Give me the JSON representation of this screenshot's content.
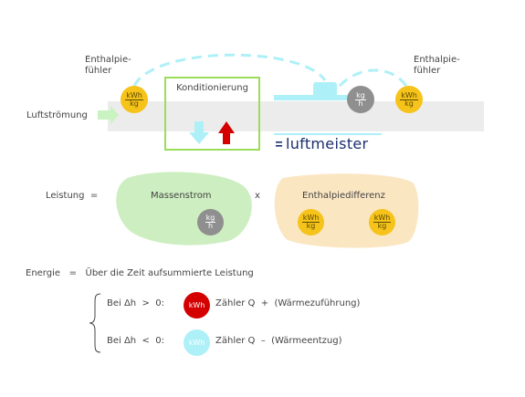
{
  "diagram": {
    "top": {
      "sensor_left_label": [
        "Enthalpie-",
        "fühler"
      ],
      "sensor_right_label": [
        "Enthalpie-",
        "fühler"
      ],
      "airflow_label": "Luftströmung",
      "conditioning_label": "Konditionierung",
      "unit_kwh_num": "kWh",
      "unit_kwh_den": "kg",
      "unit_mass_num": "kg",
      "unit_mass_den": "h",
      "logo_text": "luftmeister"
    },
    "formula": {
      "leistung_label": "Leistung",
      "equals": "=",
      "massenstrom_label": "Massenstrom",
      "times": "x",
      "enthalpie_label": "Enthalpiedifferenz"
    },
    "energy": {
      "energie_label": "Energie",
      "equals": "=",
      "description": "Über die Zeit aufsummierte Leistung",
      "case_pos_label": "Bei Δh  >  0:",
      "case_pos_badge": "kWh",
      "case_pos_text": "Zähler Q  +  (Wärmezuführung)",
      "case_neg_label": "Bei Δh  <  0:",
      "case_neg_badge": "kWh",
      "case_neg_text": "Zähler Q  –  (Wärmeentzug)"
    },
    "colors": {
      "yellow": "#f6c31b",
      "grey": "#8f8f8f",
      "green": "#9bdc59",
      "light_green": "#cdeec0",
      "peach": "#fbe6c2",
      "cyan": "#aef0f8",
      "red": "#d40000",
      "navy": "#1b2f6e"
    }
  }
}
